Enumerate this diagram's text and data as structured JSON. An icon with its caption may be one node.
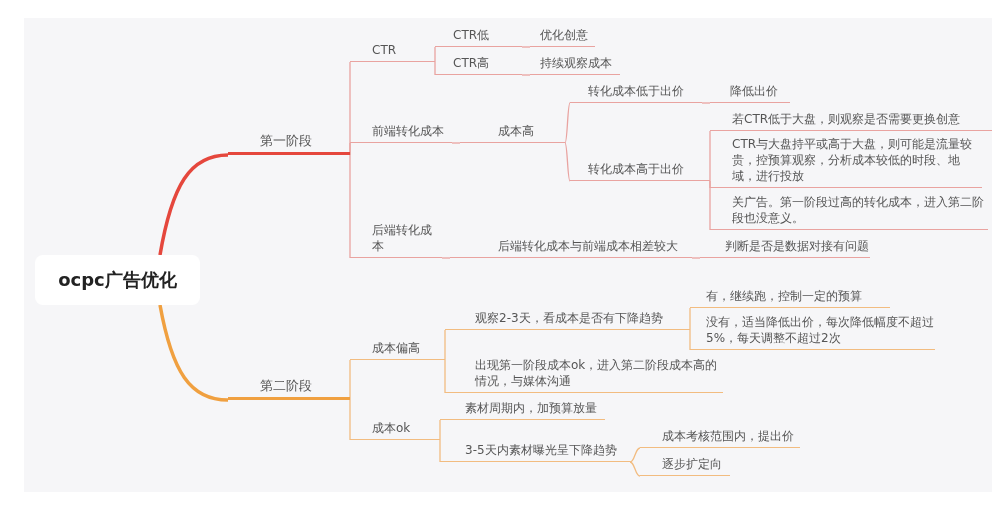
{
  "diagram": {
    "nodes": [
      {
        "text": [
          "ocpc广告优化"
        ]
      },
      {
        "text": [
          "第一阶段"
        ]
      },
      {
        "text": [
          "CTR"
        ]
      },
      {
        "text": [
          "CTR低"
        ]
      },
      {
        "text": [
          "优化创意"
        ]
      },
      {
        "text": [
          "CTR高"
        ]
      },
      {
        "text": [
          "持续观察成本"
        ]
      },
      {
        "text": [
          "前端转化成本"
        ]
      },
      {
        "text": [
          "成本高"
        ]
      },
      {
        "text": [
          "转化成本低于出价"
        ]
      },
      {
        "text": [
          "降低出价"
        ]
      },
      {
        "text": [
          "转化成本高于出价"
        ]
      },
      {
        "text": [
          "若CTR低于大盘，则观察是否需要更换创意"
        ]
      },
      {
        "text": [
          "CTR与大盘持平或高于大盘，则可能是流量较贵，控预算观察，分析成本较低的时段、地域，进行投放"
        ]
      },
      {
        "text": [
          "关广告。第一阶段过高的转化成本，进入第二阶段也没意义。"
        ]
      },
      {
        "text": [
          "后端转化成本"
        ]
      },
      {
        "text": [
          "后端转化成本与前端成本相差较大"
        ]
      },
      {
        "text": [
          "判断是否是数据对接有问题"
        ]
      },
      {
        "text": [
          "第二阶段"
        ]
      },
      {
        "text": [
          "成本偏高"
        ]
      },
      {
        "text": [
          "观察2-3天，看成本是否有下降趋势"
        ]
      },
      {
        "text": [
          "有，继续跑，控制一定的预算"
        ]
      },
      {
        "text": [
          "没有，适当降低出价，每次降低幅度不超过5%，每天调整不超过2次"
        ]
      },
      {
        "text": [
          "出现第一阶段成本ok，进入第二阶段成本高的情况，与媒体沟通"
        ]
      },
      {
        "text": [
          "成本ok"
        ]
      },
      {
        "text": [
          "素材周期内，加预算放量"
        ]
      },
      {
        "text": [
          "3-5天内素材曝光呈下降趋势"
        ]
      },
      {
        "text": [
          "成本考核范围内，提出价"
        ]
      },
      {
        "text": [
          "逐步扩定向"
        ]
      }
    ],
    "edges": [
      {
        "from": 0,
        "to": 1,
        "arrow": "none",
        "style": "thick",
        "color": "#e5473d"
      },
      {
        "from": 0,
        "to": 18,
        "arrow": "none",
        "style": "thick",
        "color": "#f0a040"
      },
      {
        "from": 1,
        "to": 2,
        "arrow": "none"
      },
      {
        "from": 1,
        "to": 7,
        "arrow": "none"
      },
      {
        "from": 1,
        "to": 15,
        "arrow": "none"
      },
      {
        "from": 2,
        "to": 3,
        "arrow": "none"
      },
      {
        "from": 2,
        "to": 5,
        "arrow": "none"
      },
      {
        "from": 3,
        "to": 4,
        "arrow": "none"
      },
      {
        "from": 5,
        "to": 6,
        "arrow": "none"
      },
      {
        "from": 7,
        "to": 8,
        "arrow": "none"
      },
      {
        "from": 8,
        "to": 9,
        "arrow": "none"
      },
      {
        "from": 8,
        "to": 11,
        "arrow": "none"
      },
      {
        "from": 9,
        "to": 10,
        "arrow": "none"
      },
      {
        "from": 11,
        "to": 12,
        "arrow": "none"
      },
      {
        "from": 11,
        "to": 13,
        "arrow": "none"
      },
      {
        "from": 11,
        "to": 14,
        "arrow": "none"
      },
      {
        "from": 15,
        "to": 16,
        "arrow": "none"
      },
      {
        "from": 16,
        "to": 17,
        "arrow": "none"
      },
      {
        "from": 18,
        "to": 19,
        "arrow": "none",
        "color": "#f2bc80"
      },
      {
        "from": 18,
        "to": 24,
        "arrow": "none",
        "color": "#f2bc80"
      },
      {
        "from": 19,
        "to": 20,
        "arrow": "none",
        "color": "#f2bc80"
      },
      {
        "from": 19,
        "to": 23,
        "arrow": "none",
        "color": "#f2bc80"
      },
      {
        "from": 20,
        "to": 21,
        "arrow": "none",
        "color": "#f2bc80"
      },
      {
        "from": 20,
        "to": 22,
        "arrow": "none",
        "color": "#f2bc80"
      },
      {
        "from": 24,
        "to": 25,
        "arrow": "none",
        "color": "#f2bc80"
      },
      {
        "from": 24,
        "to": 26,
        "arrow": "none",
        "color": "#f2bc80"
      },
      {
        "from": 26,
        "to": 27,
        "arrow": "none",
        "color": "#f2bc80"
      },
      {
        "from": 26,
        "to": 28,
        "arrow": "none",
        "color": "#f2bc80"
      }
    ]
  }
}
